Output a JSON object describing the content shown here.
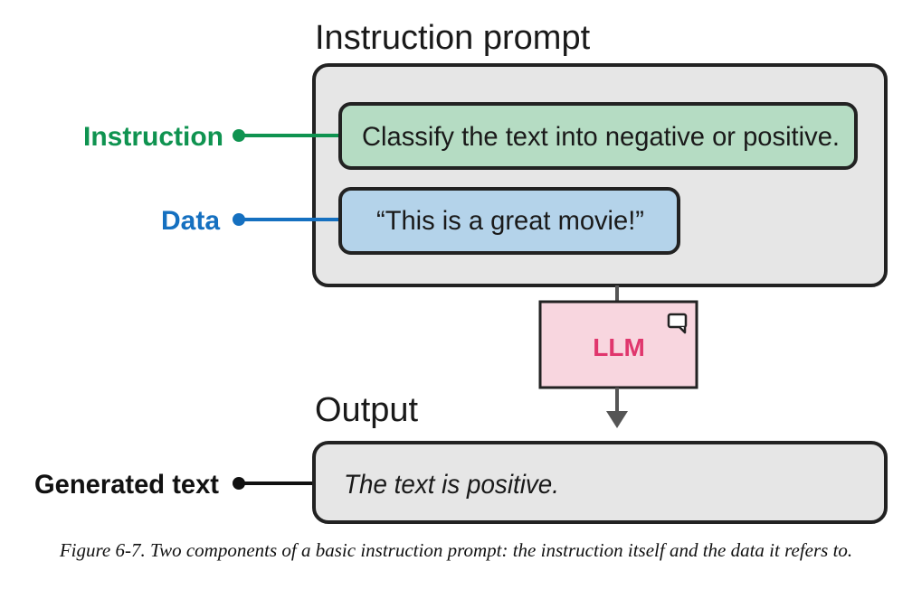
{
  "diagram": {
    "prompt_heading": "Instruction prompt",
    "instruction": {
      "label": "Instruction",
      "text": "Classify the text into negative or positive.",
      "color": "#0f9350",
      "fill": "#b5dcc3"
    },
    "data": {
      "label": "Data",
      "text": "“This is a great movie!”",
      "color": "#1570c0",
      "fill": "#b4d3ea"
    },
    "llm": {
      "label": "LLM",
      "icon": "speech-bubble-icon",
      "color": "#e0366d",
      "fill": "#f8d6df"
    },
    "output": {
      "heading": "Output",
      "label": "Generated text",
      "text": "The text is positive.",
      "color": "#111111"
    },
    "container_fill": "#e6e6e6"
  },
  "caption": "Figure 6-7. Two components of a basic instruction prompt: the instruction itself and the data it refers to."
}
